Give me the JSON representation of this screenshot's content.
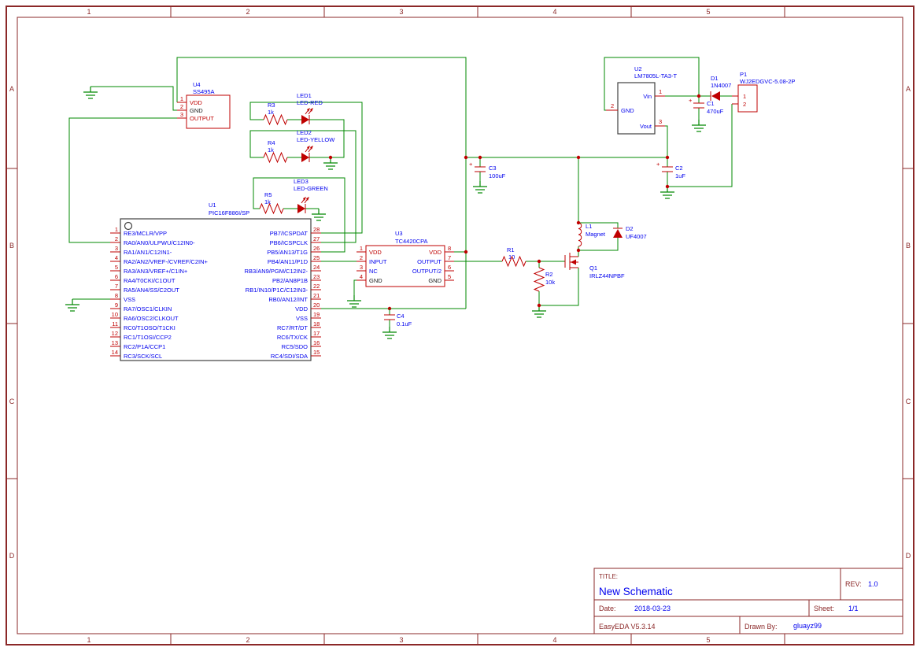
{
  "frame": {
    "columns": [
      "1",
      "2",
      "3",
      "4",
      "5"
    ],
    "rows": [
      "A",
      "B",
      "C",
      "D"
    ]
  },
  "title_block": {
    "title_label": "TITLE:",
    "title": "New Schematic",
    "rev_label": "REV:",
    "rev": "1.0",
    "date_label": "Date:",
    "date": "2018-03-23",
    "sheet_label": "Sheet:",
    "sheet": "1/1",
    "tool_version": "EasyEDA V5.3.14",
    "drawn_by_label": "Drawn By:",
    "drawn_by": "gluayz99"
  },
  "parts": {
    "U1": {
      "ref": "U1",
      "value": "PIC16F886I/SP",
      "left_pins": [
        {
          "n": "1",
          "name": "RE3/MCLR/VPP"
        },
        {
          "n": "2",
          "name": "RA0/AN0/ULPWU/C12IN0-"
        },
        {
          "n": "3",
          "name": "RA1/AN1/C12IN1-"
        },
        {
          "n": "4",
          "name": "RA2/AN2/VREF-/CVREF/C2IN+"
        },
        {
          "n": "5",
          "name": "RA3/AN3/VREF+/C1IN+"
        },
        {
          "n": "6",
          "name": "RA4/T0CKI/C1OUT"
        },
        {
          "n": "7",
          "name": "RA5/AN4/SS/C2OUT"
        },
        {
          "n": "8",
          "name": "VSS"
        },
        {
          "n": "9",
          "name": "RA7/OSC1/CLKIN"
        },
        {
          "n": "10",
          "name": "RA6/OSC2/CLKOUT"
        },
        {
          "n": "11",
          "name": "RC0/T1OSO/T1CKI"
        },
        {
          "n": "12",
          "name": "RC1/T1OSI/CCP2"
        },
        {
          "n": "13",
          "name": "RC2/P1A/CCP1"
        },
        {
          "n": "14",
          "name": "RC3/SCK/SCL"
        }
      ],
      "right_pins": [
        {
          "n": "28",
          "name": "PB7/ICSPDAT"
        },
        {
          "n": "27",
          "name": "PB6/ICSPCLK"
        },
        {
          "n": "26",
          "name": "PB5/AN13/T1G"
        },
        {
          "n": "25",
          "name": "PB4/AN11/P1D"
        },
        {
          "n": "24",
          "name": "RB3/AN9/PGM/C12IN2-"
        },
        {
          "n": "23",
          "name": "PB2/AN8P1B"
        },
        {
          "n": "22",
          "name": "RB1/IN10/P1C/C12IN3-"
        },
        {
          "n": "21",
          "name": "RB0/AN12/INT"
        },
        {
          "n": "20",
          "name": "VDD"
        },
        {
          "n": "19",
          "name": "VSS"
        },
        {
          "n": "18",
          "name": "RC7/RT/DT"
        },
        {
          "n": "17",
          "name": "RC6/TX/CK"
        },
        {
          "n": "16",
          "name": "RC5/SDO"
        },
        {
          "n": "15",
          "name": "RC4/SDI/SDA"
        }
      ]
    },
    "U2": {
      "ref": "U2",
      "value": "LM7805L-TA3-T",
      "pins": [
        {
          "n": "1",
          "name": "Vin"
        },
        {
          "n": "2",
          "name": "GND"
        },
        {
          "n": "3",
          "name": "Vout"
        }
      ]
    },
    "U3": {
      "ref": "U3",
      "value": "TC4420CPA",
      "left_pins": [
        {
          "n": "1",
          "name": "VDD"
        },
        {
          "n": "2",
          "name": "INPUT"
        },
        {
          "n": "3",
          "name": "NC"
        },
        {
          "n": "4",
          "name": "GND"
        }
      ],
      "right_pins": [
        {
          "n": "8",
          "name": "VDD"
        },
        {
          "n": "7",
          "name": "OUTPUT"
        },
        {
          "n": "6",
          "name": "OUTPUT/2"
        },
        {
          "n": "5",
          "name": "GND"
        }
      ]
    },
    "U4": {
      "ref": "U4",
      "value": "SS495A",
      "pins": [
        {
          "n": "1",
          "name": "VDD"
        },
        {
          "n": "2",
          "name": "GND"
        },
        {
          "n": "3",
          "name": "OUTPUT"
        }
      ]
    },
    "P1": {
      "ref": "P1",
      "value": "WJ2EDGVC-5.08-2P",
      "pins": [
        {
          "n": "1"
        },
        {
          "n": "2"
        }
      ]
    },
    "D1": {
      "ref": "D1",
      "value": "1N4007"
    },
    "D2": {
      "ref": "D2",
      "value": "UF4007"
    },
    "Q1": {
      "ref": "Q1",
      "value": "IRLZ44NPBF"
    },
    "L1": {
      "ref": "L1",
      "value": "Magnet"
    },
    "R1": {
      "ref": "R1",
      "value": "10"
    },
    "R2": {
      "ref": "R2",
      "value": "10k"
    },
    "R3": {
      "ref": "R3",
      "value": "1k"
    },
    "R4": {
      "ref": "R4",
      "value": "1k"
    },
    "R5": {
      "ref": "R5",
      "value": "1k"
    },
    "C1": {
      "ref": "C1",
      "value": "470uF"
    },
    "C2": {
      "ref": "C2",
      "value": "1uF"
    },
    "C3": {
      "ref": "C3",
      "value": "100uF"
    },
    "C4": {
      "ref": "C4",
      "value": "0.1uF"
    },
    "LED1": {
      "ref": "LED1",
      "value": "LED-RED"
    },
    "LED2": {
      "ref": "LED2",
      "value": "LED-YELLOW"
    },
    "LED3": {
      "ref": "LED3",
      "value": "LED-GREEN"
    }
  },
  "symbols": {
    "plus": "+"
  },
  "colors": {
    "frame": "#8B2828",
    "wire": "#008800",
    "symbol": "#BF0000",
    "label": "#0000EE",
    "pin_text_black": "#1a1a1a",
    "background": "#FFFFFF"
  }
}
